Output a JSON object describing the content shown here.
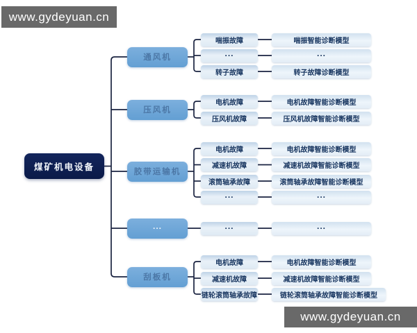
{
  "watermarks": {
    "top": "www.gydeyuan.cn",
    "bottom": "www.gydeyuan.cn"
  },
  "colors": {
    "root_fill": "#0e2054",
    "branch_fill": "#6ea6d8",
    "branch_text": "#4c77a6",
    "node_text": "#16345f",
    "line": "#1a2340",
    "watermark_bg": "#696969",
    "watermark_text": "#ffffff"
  },
  "tree": {
    "root": "煤矿机电设备",
    "branches": [
      {
        "label": "通风机",
        "children": [
          {
            "fault": "喘振故障",
            "model": "喘振智能诊断模型"
          },
          {
            "fault": "...",
            "model": "..."
          },
          {
            "fault": "转子故障",
            "model": "转子故障诊断模型"
          }
        ]
      },
      {
        "label": "压风机",
        "children": [
          {
            "fault": "电机故障",
            "model": "电机故障智能诊断模型"
          },
          {
            "fault": "压风机故障",
            "model": "压风机故障智能诊断模型"
          }
        ]
      },
      {
        "label": "胶带运输机",
        "children": [
          {
            "fault": "电机故障",
            "model": "电机故障智能诊断模型"
          },
          {
            "fault": "减速机故障",
            "model": "减速机故障智能诊断模型"
          },
          {
            "fault": "滚筒轴承故障",
            "model": "滚筒轴承故障智能诊断模型"
          },
          {
            "fault": "...",
            "model": "..."
          }
        ]
      },
      {
        "label": "...",
        "children": [
          {
            "fault": "...",
            "model": "..."
          }
        ]
      },
      {
        "label": "刮板机",
        "children": [
          {
            "fault": "电机故障",
            "model": "电机故障智能诊断模型"
          },
          {
            "fault": "减速机故障",
            "model": "减速机故障智能诊断模型"
          },
          {
            "fault": "链轮滚筒轴承故障",
            "model": "链轮滚筒轴承故障智能诊断模型"
          }
        ]
      }
    ]
  }
}
